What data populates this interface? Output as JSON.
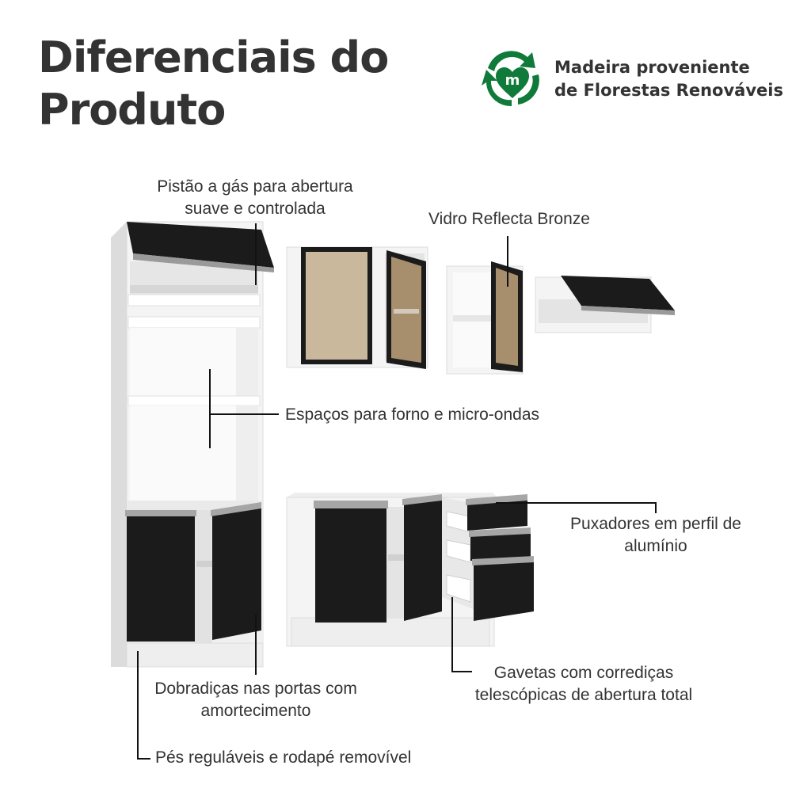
{
  "heading": {
    "line1": "Diferenciais do",
    "line2": "Produto"
  },
  "badge": {
    "icon": "recycle-m-icon",
    "line1": "Madeira proveniente",
    "line2": "de Florestas Renováveis",
    "color": "#0f7a3a"
  },
  "features": {
    "piston": {
      "line1": "Pistão a gás para abertura",
      "line2": "suave e controlada"
    },
    "glass": {
      "line1": "Vidro Reflecta Bronze"
    },
    "oven": {
      "line1": "Espaços para forno e micro-ondas"
    },
    "handles": {
      "line1": "Puxadores em perfil de",
      "line2": "alumínio"
    },
    "hinges": {
      "line1": "Dobradiças nas portas com",
      "line2": "amortecimento"
    },
    "drawers": {
      "line1": "Gavetas com corrediças",
      "line2": "telescópicas de abertura total"
    },
    "feet": {
      "line1": "Pés reguláveis e rodapé removível"
    }
  },
  "colors": {
    "cabinet_white": "#f4f4f4",
    "door_black": "#1b1b1b",
    "glass_bronze": "#c9b89b",
    "aluminum": "#9a9a9a",
    "text": "#333333"
  }
}
